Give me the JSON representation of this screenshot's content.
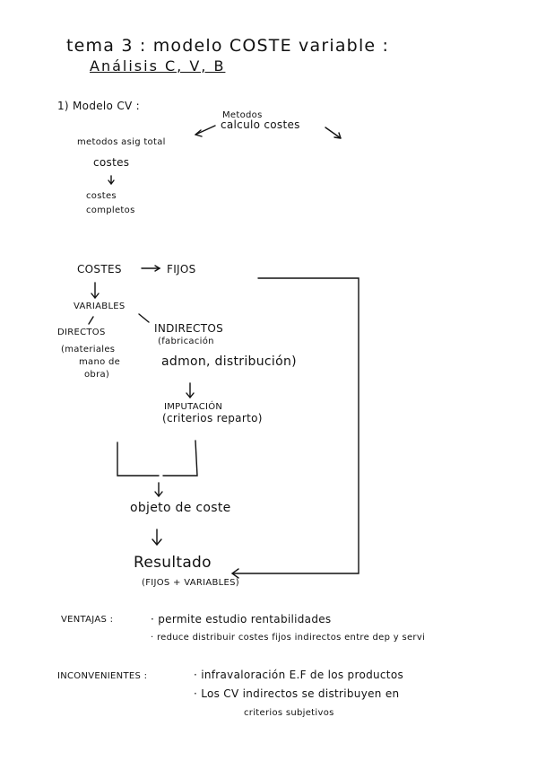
{
  "title": {
    "line1": "tema 3 : modelo COSTE variable :",
    "line2": "Análisis C, V, B"
  },
  "modelo": {
    "heading": "1) Modelo  CV :",
    "metodos_calculo": [
      "Metodos",
      "calculo costes"
    ],
    "metodos_asig": "metodos asig total",
    "costes": "costes",
    "costes_completos": [
      "costes",
      "completos"
    ]
  },
  "diagram": {
    "costes": "COSTES",
    "fijos": "FIJOS",
    "variables": "VARIABLES",
    "directos": "DIRECTOS",
    "directos_detail": [
      "(materiales",
      "mano de",
      "obra)"
    ],
    "indirectos": "INDIRECTOS",
    "indirectos_detail1": "(fabricación",
    "indirectos_detail2": "admon, distribución)",
    "imputacion": "IMPUTACIÓN",
    "criterios": "(criterios reparto)",
    "objeto": "objeto de coste",
    "resultado": "Resultado",
    "resultado_detail": "(FIJOS + VARIABLES)"
  },
  "ventajas": {
    "label": "VENTAJAS :",
    "items": [
      "· permite  estudio  rentabilidades",
      "· reduce  distribuir  costes fijos  indirectos  entre dep y servi"
    ]
  },
  "inconvenientes": {
    "label": "INCONVENIENTES :",
    "items": [
      "· infravaloración  E.F  de  los  productos",
      "· Los  CV  indirectos  se  distribuyen  en",
      "criterios  subjetivos"
    ]
  }
}
